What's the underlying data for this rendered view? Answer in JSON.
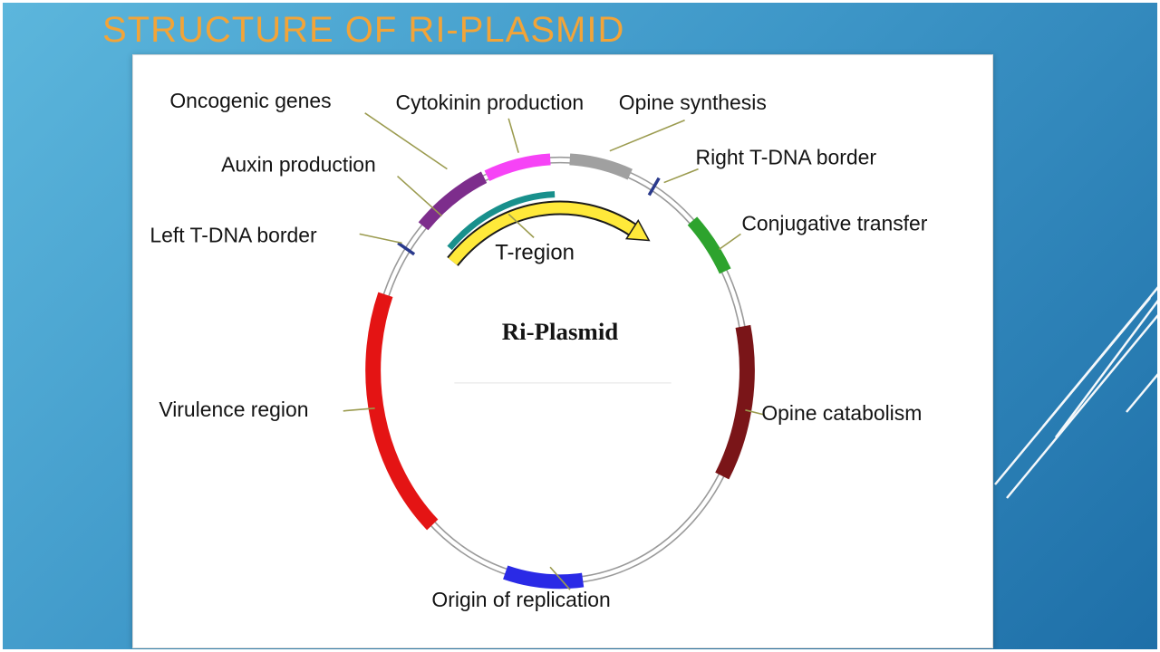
{
  "slide": {
    "title": "STRUCTURE OF RI-PLASMID",
    "colors": {
      "title": "#f2a438",
      "background_top_left": "#5cb6dc",
      "background_bottom_right": "#1e6fa8",
      "frame": "#ffffff",
      "panel": "#ffffff"
    }
  },
  "diagram": {
    "center_label": "Ri-Plasmid",
    "labels": {
      "oncogenic": "Oncogenic genes",
      "cytokinin": "Cytokinin production",
      "opine_synthesis": "Opine synthesis",
      "auxin": "Auxin production",
      "right_border": "Right T-DNA border",
      "left_border": "Left T-DNA border",
      "conjugative": "Conjugative transfer",
      "t_region": "T-region",
      "virulence": "Virulence region",
      "opine_catabolism": "Opine catabolism",
      "origin": "Origin of replication"
    },
    "colors": {
      "virulence": "#e41414",
      "origin": "#2a2ae6",
      "opine_catabolism": "#7a1518",
      "conjugative": "#2da32d",
      "opine_synthesis": "#a0a0a0",
      "cytokinin": "#f643f6",
      "oncogenic": "#7d2d8c",
      "auxin": "#18908c",
      "t_region": "#ffe93a",
      "tdna_border": "#2a3a8c",
      "plasmid_ring": "#9a9a9a",
      "leader_line": "#9b9b4f",
      "label_text": "#141414"
    }
  }
}
